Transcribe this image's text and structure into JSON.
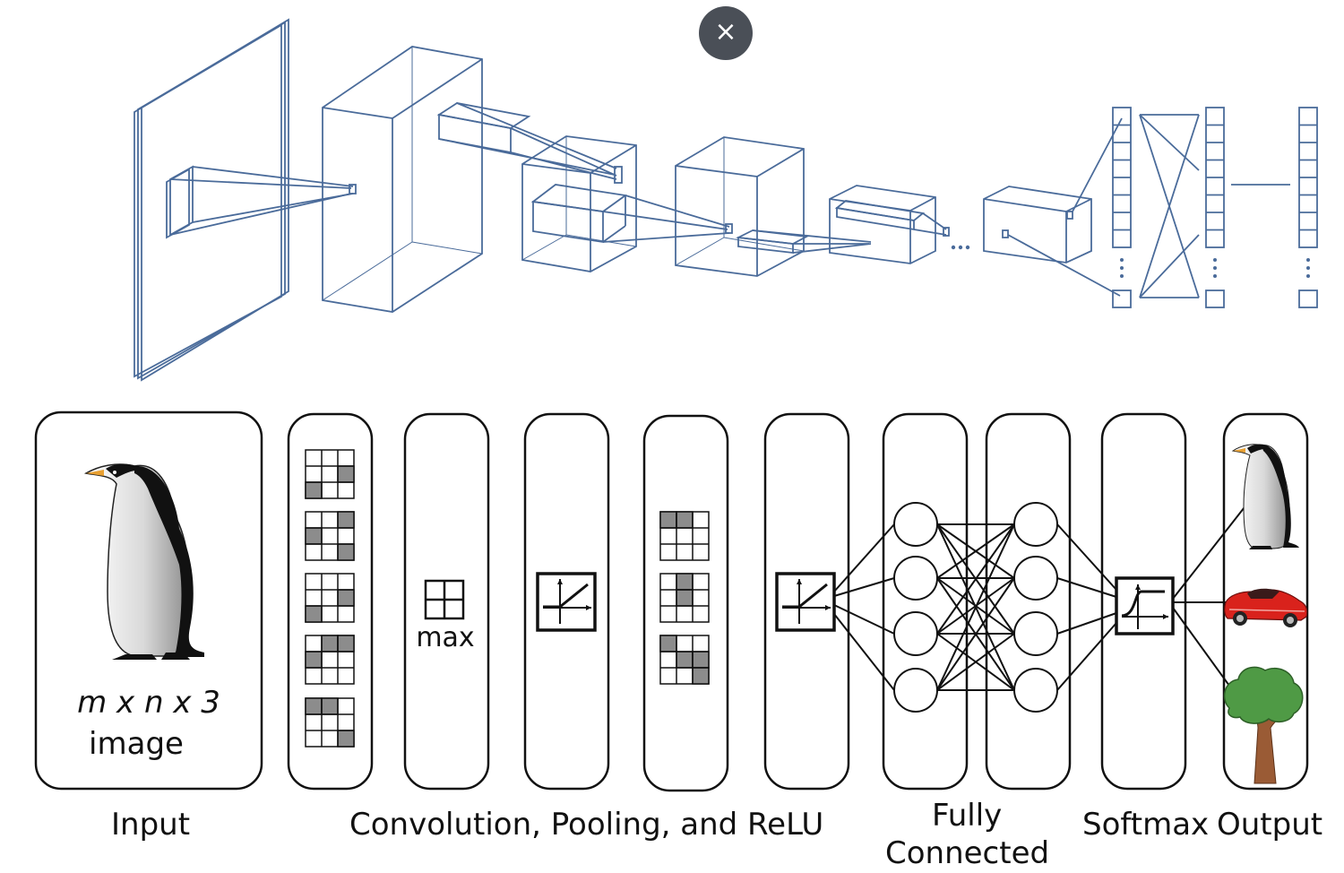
{
  "close_button": {
    "glyph": "×",
    "icon": "close-icon"
  },
  "input_panel": {
    "dimensions": "m x n x 3",
    "caption": "image"
  },
  "pool_panel": {
    "label": "max"
  },
  "labels": {
    "input": "Input",
    "conv_pool_relu": "Convolution, Pooling, and ReLU",
    "fully_line1": "Fully",
    "fully_line2": "Connected",
    "softmax": "Softmax",
    "output": "Output"
  },
  "output_icons": [
    "penguin-icon",
    "car-icon",
    "tree-icon"
  ],
  "colors": {
    "cnn_lines": "#4a6b9a",
    "panel_stroke": "#111111",
    "gray_cell": "#8c8c8c",
    "close_bg": "#4a4f57"
  }
}
